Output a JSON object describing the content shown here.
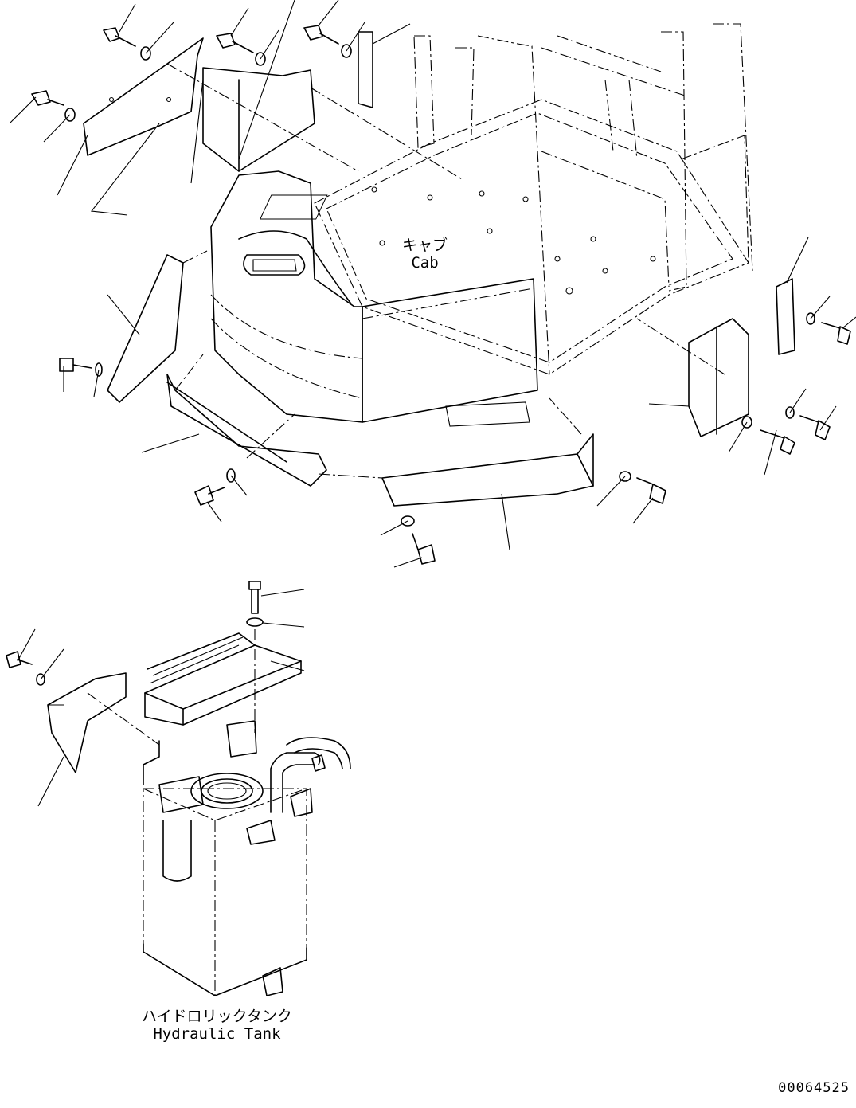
{
  "labels": {
    "cab_jp": "キャブ",
    "cab_en": "Cab",
    "tank_jp": "ハイドロリックタンク",
    "tank_en": "Hydraulic Tank"
  },
  "drawing_number": "00064525",
  "colors": {
    "line": "#000000",
    "background": "#ffffff"
  }
}
